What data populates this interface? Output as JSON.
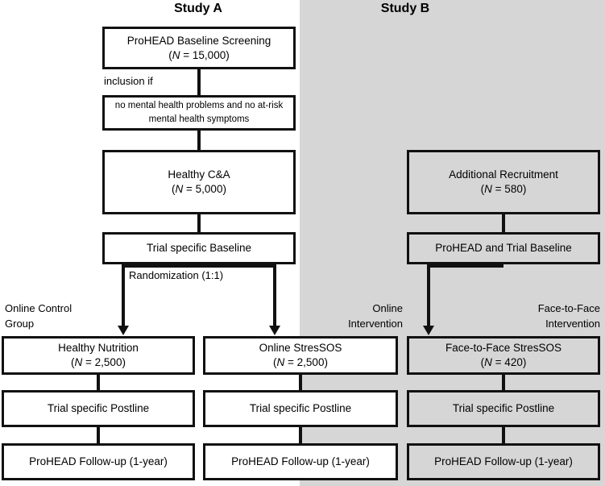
{
  "figure": {
    "type": "flowchart",
    "title": "Study A and Study B participant flow diagram",
    "background_white": "#ffffff",
    "background_grey": "#d6d6d6",
    "line_color": "#111111"
  },
  "columns": {
    "study_a": "Study A",
    "study_b": "Study B"
  },
  "boxes": {
    "baseline_screening": {
      "line1": "ProHEAD Baseline Screening",
      "line2_prefix": "(",
      "line2_italic": "N",
      "line2_suffix": " = 15,000)"
    },
    "inclusion_criteria": {
      "text": "no mental health problems and no at-risk mental health symptoms"
    },
    "healthy_ca": {
      "line1": "Healthy C&A",
      "line2_prefix": "(",
      "line2_italic": "N",
      "line2_suffix": " = 5,000)"
    },
    "trial_specific_baseline": {
      "line1": "Trial specific Baseline"
    },
    "additional_recruitment": {
      "line1": "Additional Recruitment",
      "line2_prefix": "(",
      "line2_italic": "N",
      "line2_suffix": " = 580)"
    },
    "prohead_trial_baseline": {
      "line1": "ProHEAD and Trial Baseline"
    },
    "healthy_nutrition": {
      "line1": "Healthy Nutrition",
      "line2_prefix": "(",
      "line2_italic": "N",
      "line2_suffix": " = 2,500)"
    },
    "online_stressos": {
      "line1": "Online StresSOS",
      "line2_prefix": "(",
      "line2_italic": "N",
      "line2_suffix": " = 2,500)"
    },
    "f2f_stressos": {
      "line1": "Face-to-Face StresSOS",
      "line2_prefix": "(",
      "line2_italic": "N",
      "line2_suffix": " = 420)"
    },
    "postline_left": {
      "line1": "Trial specific Postline"
    },
    "postline_mid": {
      "line1": "Trial specific Postline"
    },
    "postline_right": {
      "line1": "Trial specific Postline"
    },
    "followup_left": {
      "line1": "ProHEAD Follow-up (1-year)"
    },
    "followup_mid": {
      "line1": "ProHEAD Follow-up (1-year)"
    },
    "followup_right": {
      "line1": "ProHEAD Follow-up (1-year)"
    }
  },
  "annotations": {
    "inclusion_if": "inclusion if",
    "randomization": "Randomization (1:1)",
    "online_control_group_l1": "Online Control",
    "online_control_group_l2": "Group",
    "online_intervention_l1": "Online",
    "online_intervention_l2": "Intervention",
    "f2f_intervention_l1": "Face-to-Face",
    "f2f_intervention_l2": "Intervention"
  }
}
